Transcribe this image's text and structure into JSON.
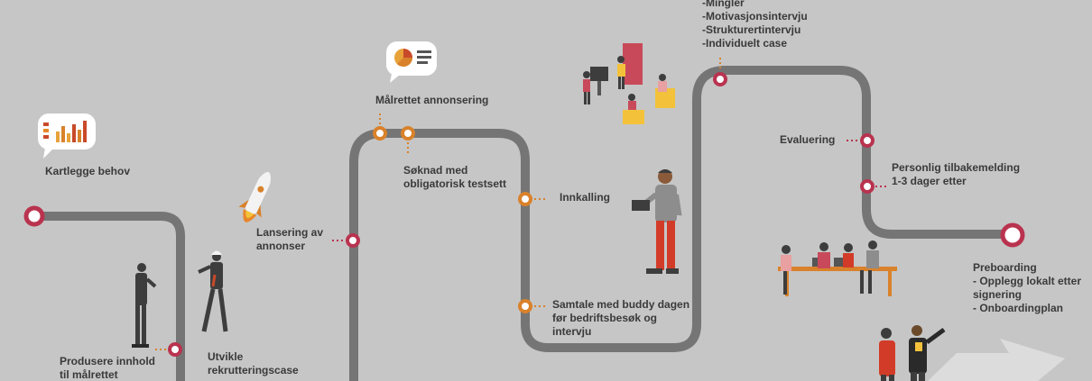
{
  "colors": {
    "background": "#c6c6c6",
    "road": "#757575",
    "marker_ring": "#b9334f",
    "marker_ring_orange": "#d9822b",
    "text": "#3a3a3a",
    "figure_dark": "#3d3d3d",
    "figure_red": "#d33b29"
  },
  "steps": {
    "kartlegge": "Kartlegge behov",
    "produsere": "Produsere innhold\ntil målrettet",
    "utvikle": "Utvikle\nrekrutteringscase",
    "lansering": "Lansering av\nannonser",
    "malrettet": "Målrettet annonsering",
    "soknad": "Søknad med\nobligatorisk testsett",
    "innkalling": "Innkalling",
    "samtale": "Samtale med buddy dagen\nfør bedriftsbesøk og\nintervju",
    "intervju_list": "-Mingler\n-Motivasjonsintervju\n-Strukturertintervju\n-Individuelt case",
    "evaluering": "Evaluering",
    "personlig": "Personlig tilbakemelding\n1-3 dager etter",
    "preboarding": "Preboarding\n- Opplegg lokalt etter\n   signering\n- Onboardingplan"
  },
  "icons": {
    "bar_chart": "bar-chart-speech-bubble-icon",
    "pie_chart": "pie-chart-speech-bubble-icon",
    "rocket": "rocket-icon",
    "interview_scene": "interview-scene-illustration",
    "meeting": "meeting-table-illustration",
    "arrow": "forward-arrow-illustration"
  }
}
